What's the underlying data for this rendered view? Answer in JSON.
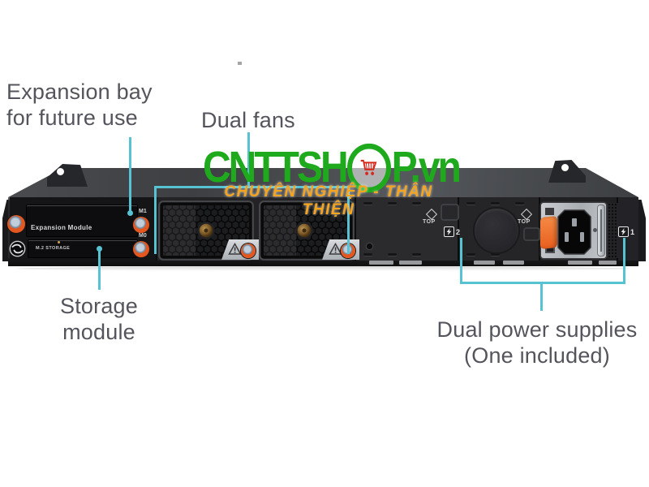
{
  "annotations": {
    "expansion": {
      "line1": "Expansion bay",
      "line2": "for future use"
    },
    "fans": {
      "label": "Dual fans"
    },
    "storage": {
      "line1": "Storage",
      "line2": "module"
    },
    "power": {
      "line1": "Dual power supplies",
      "line2": "(One included)"
    }
  },
  "watermark": {
    "brand_left": "CNTTSH",
    "brand_right": "P.vn",
    "tagline": "CHUYÊN NGHIỆP - THÂN THIỆN",
    "green": "#1faa1e",
    "orange": "#f7a41d",
    "cart_red": "#d8281e"
  },
  "device": {
    "expansion_module_label": "Expansion Module",
    "m2_storage_label": "M.2 STORAGE",
    "m1_label": "M1",
    "m0_label": "M0",
    "top_label": "TOP",
    "psu2_number": "2",
    "psu1_number": "1"
  },
  "colors": {
    "leader_line": "#57c3d2",
    "annotation_text": "#54555c",
    "screw_orange": "#e4571f",
    "chassis_dark": "#29292c"
  }
}
